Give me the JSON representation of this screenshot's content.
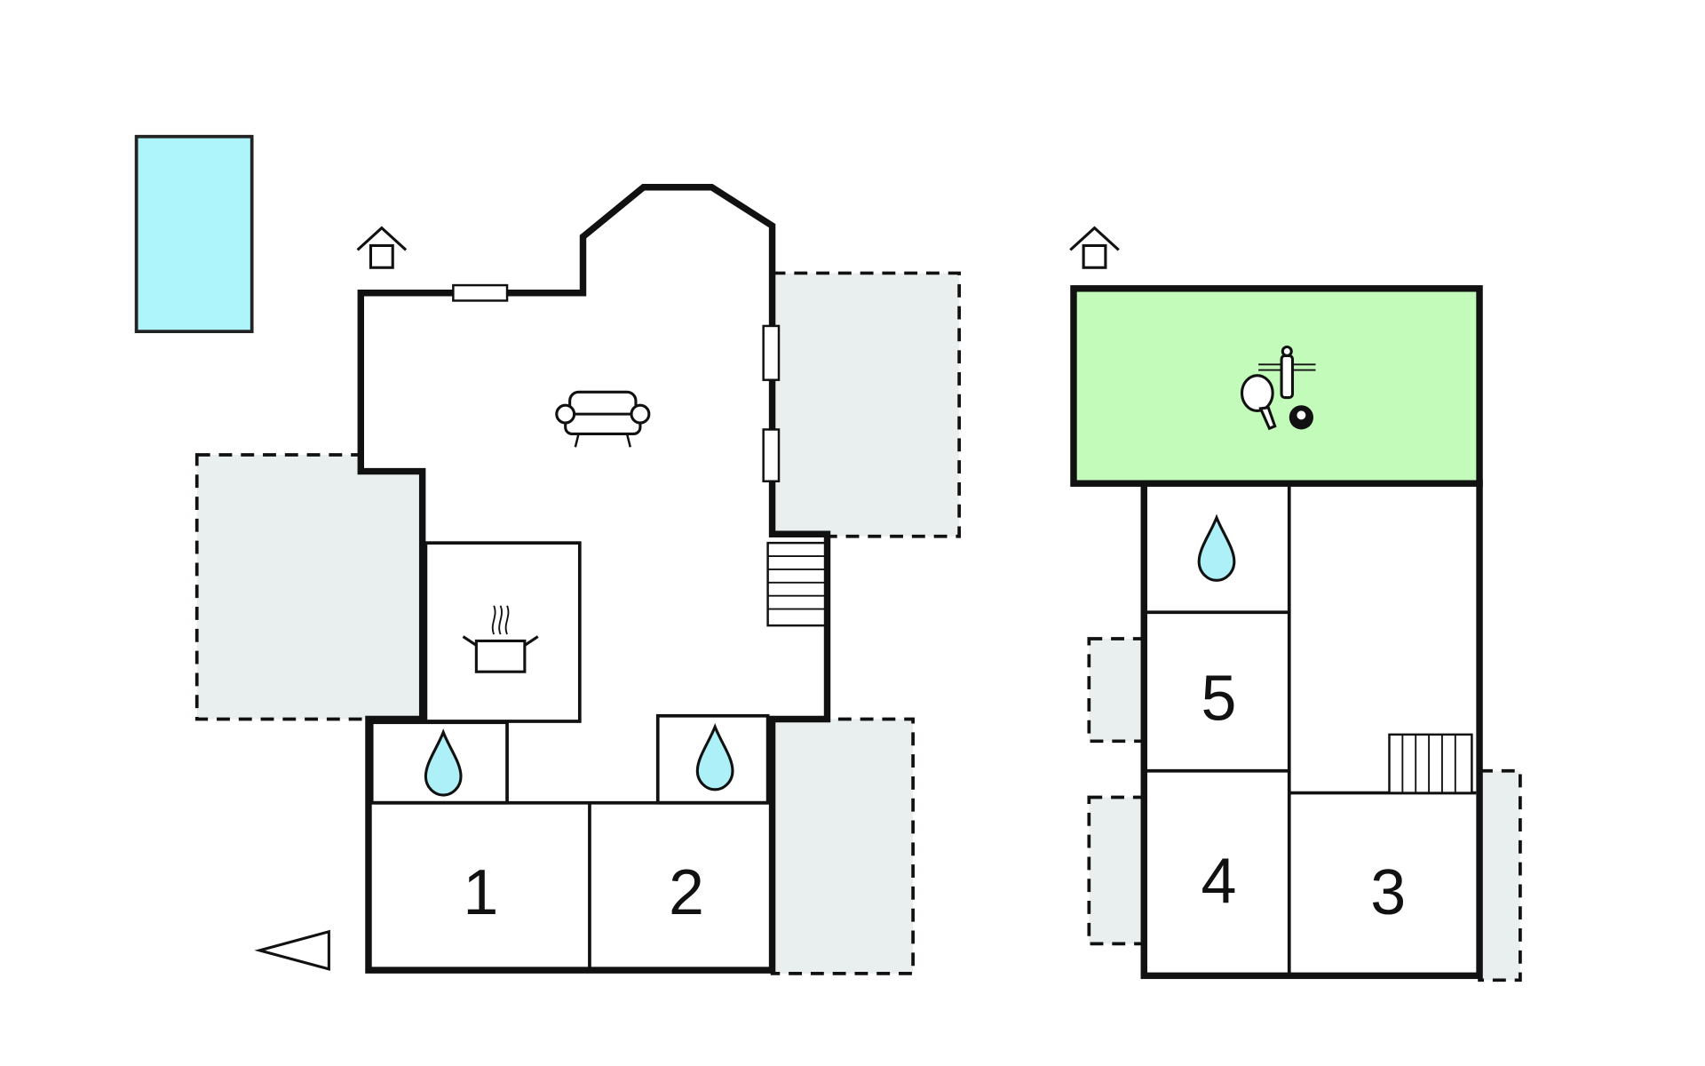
{
  "plan": {
    "colors": {
      "pool": "#aef4fb",
      "games_room": "#c3fbbb",
      "terrace": "#e9eeee",
      "wall": "#111111",
      "water": "#aef0f8"
    },
    "house_1": {
      "rooms": [
        {
          "label": "1"
        },
        {
          "label": "2"
        }
      ]
    },
    "house_2": {
      "rooms": [
        {
          "label": "3"
        },
        {
          "label": "4"
        },
        {
          "label": "5"
        }
      ]
    }
  }
}
